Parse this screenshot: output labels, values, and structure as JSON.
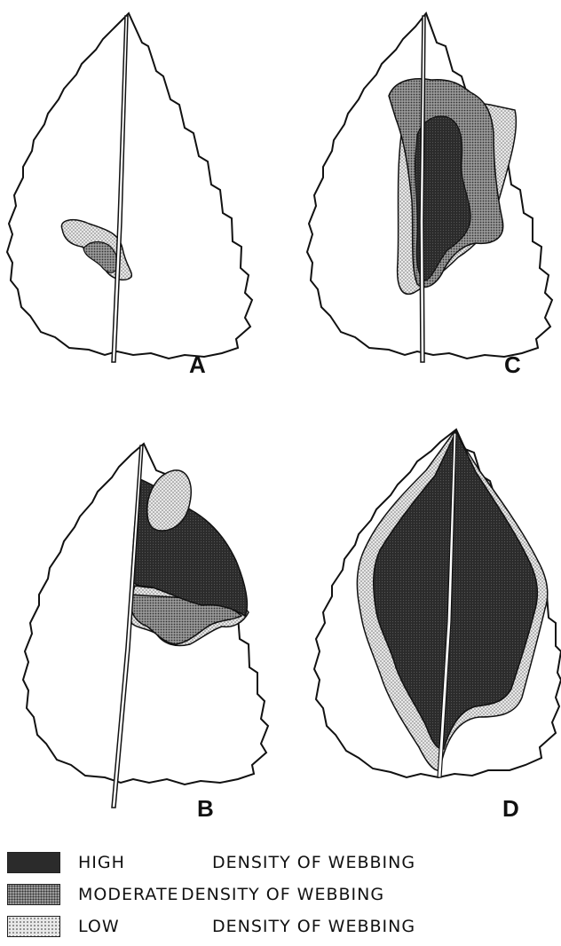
{
  "panels": [
    {
      "id": "A",
      "label": "A"
    },
    {
      "id": "C",
      "label": "C"
    },
    {
      "id": "B",
      "label": "B"
    },
    {
      "id": "D",
      "label": "D"
    }
  ],
  "legend": {
    "items": [
      {
        "level": "HIGH",
        "label": "DENSITY OF WEBBING",
        "color": "#333333"
      },
      {
        "level": "MODERATE",
        "label": "DENSITY OF WEBBING",
        "color": "#8f8f8f"
      },
      {
        "level": "LOW",
        "label": "DENSITY OF WEBBING",
        "color": "#dcdcdc"
      }
    ]
  },
  "colors": {
    "outline": "#111111",
    "high": "#333333",
    "moderate": "#8f8f8f",
    "low": "#dcdcdc"
  }
}
